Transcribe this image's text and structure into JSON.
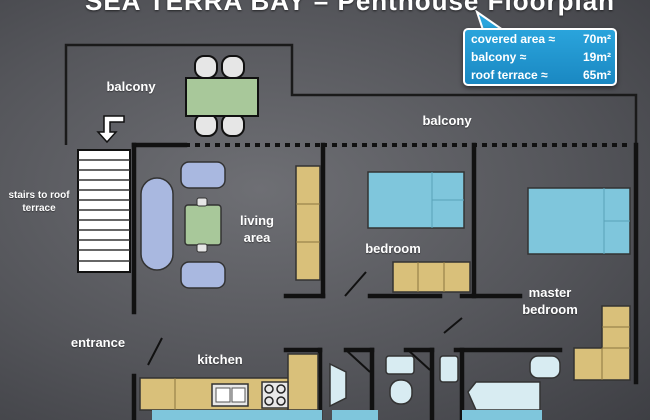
{
  "header": {
    "title": "SEA TERRA BAY  –  Penthouse Floorplan"
  },
  "areas": [
    {
      "label": "covered area ≈",
      "value": "70m²"
    },
    {
      "label": "balcony ≈",
      "value": "19m²"
    },
    {
      "label": "roof terrace ≈",
      "value": "65m²"
    }
  ],
  "rooms": {
    "balcony_left": "balcony",
    "balcony_top": "balcony",
    "stairs": "stairs to roof terrace",
    "living": "living area",
    "bedroom": "bedroom",
    "master": "master bedroom",
    "entrance": "entrance",
    "kitchen": "kitchen"
  },
  "colors": {
    "wall": "#111111",
    "outline": "#1a1a1a",
    "bed": "#7fc6dc",
    "cabinet": "#d9c07a",
    "table": "#a8c89a",
    "chair": "#a9b8e0",
    "fixture": "#d8ecf2",
    "callout": "#1e92cc"
  }
}
